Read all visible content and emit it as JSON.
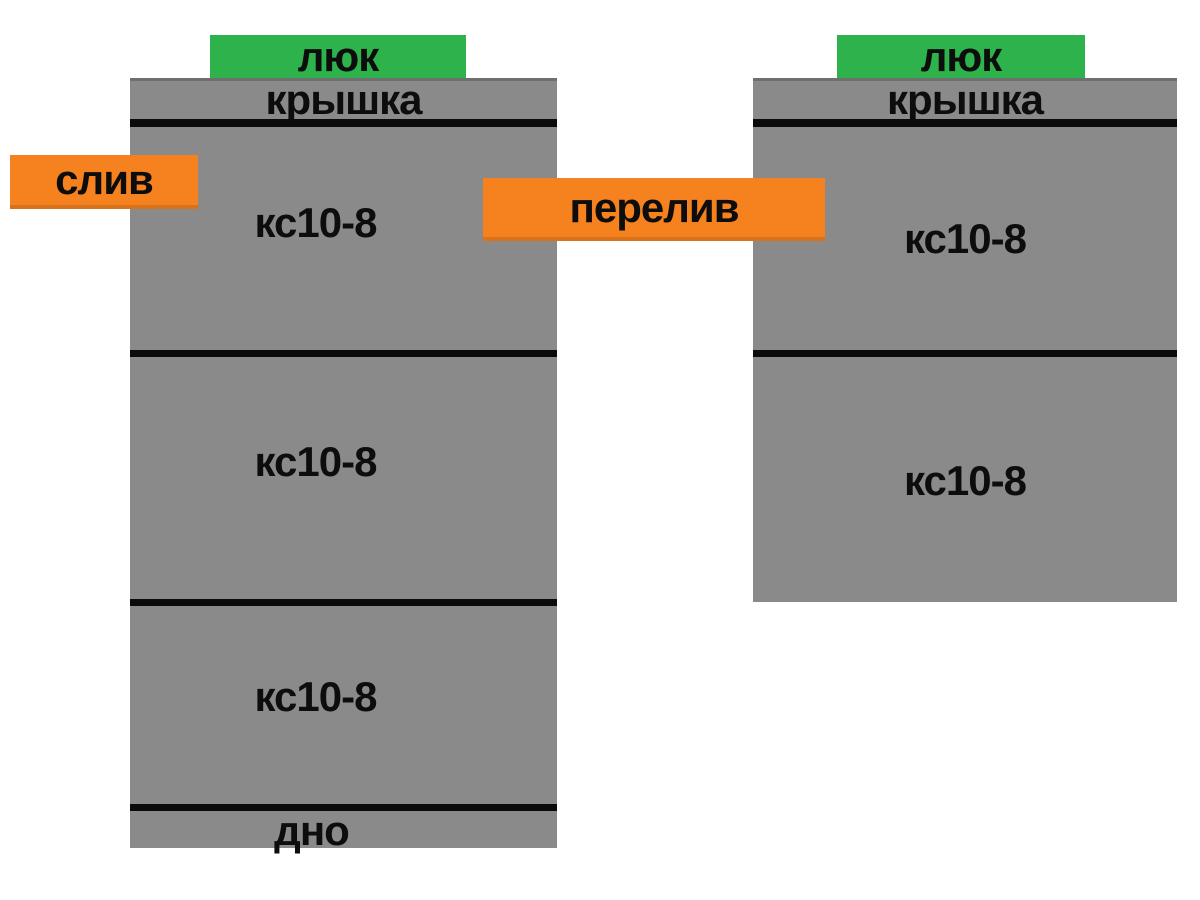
{
  "diagram": {
    "kind": "septic-tank-two-well-scheme",
    "left_assembly": {
      "hatch_label": "люк",
      "cover_label": "крышка",
      "ring_labels": [
        "кс10-8",
        "кс10-8",
        "кс10-8"
      ],
      "bottom_label": "дно"
    },
    "right_assembly": {
      "hatch_label": "люк",
      "cover_label": "крышка",
      "ring_labels": [
        "кс10-8",
        "кс10-8"
      ]
    },
    "pipes": {
      "drain_label": "слив",
      "overflow_label": "перелив"
    },
    "colors": {
      "background": "#ffffff",
      "tank_gray": "#8a8a8a",
      "tank_top_edge": "#6f6f6f",
      "divider_black": "#0b0b0b",
      "hatch_green": "#2db24c",
      "pipe_orange": "#f6821f",
      "text": "#0d0d0d"
    }
  }
}
